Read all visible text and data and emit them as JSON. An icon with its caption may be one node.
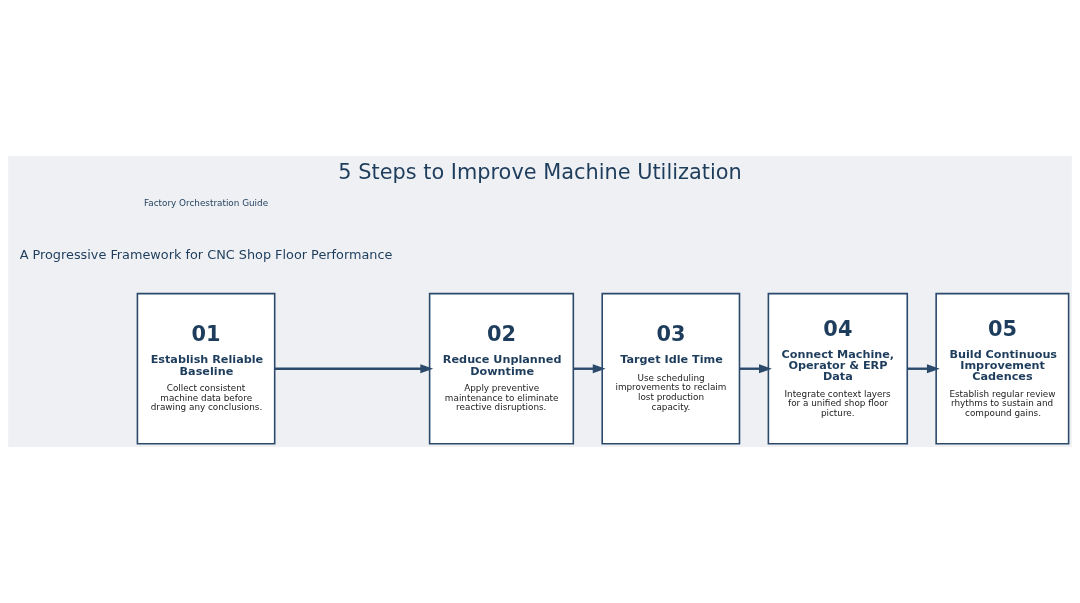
{
  "diagram": {
    "title": "5 Steps to Improve Machine Utilization",
    "nodes": [
      {
        "text": [
          "01",
          "Establish Reliable Baseline",
          "Collect consistent machine data before drawing any conclusions."
        ]
      },
      {
        "text": [
          "02",
          "Reduce Unplanned Downtime",
          "Apply preventive maintenance to eliminate reactive disruptions."
        ]
      },
      {
        "text": [
          "03",
          "Target Idle Time",
          "Use scheduling improvements to reclaim lost production capacity."
        ]
      },
      {
        "text": [
          "04",
          "Connect Machine, Operator & ERP Data",
          "Integrate context layers for a unified shop floor picture."
        ]
      },
      {
        "text": [
          "05",
          "Build Continuous Improvement Cadences",
          "Establish regular review rhythms to sustain and compound gains."
        ]
      }
    ],
    "edges": [
      {
        "from": 0,
        "to": 1,
        "arrow": "to"
      },
      {
        "from": 1,
        "to": 2,
        "arrow": "to"
      },
      {
        "from": 2,
        "to": 3,
        "arrow": "to"
      },
      {
        "from": 3,
        "to": 4,
        "arrow": "to"
      }
    ],
    "labels": [
      "A Progressive Framework for CNC Shop Floor Performance",
      "Factory Orchestration Guide"
    ]
  }
}
